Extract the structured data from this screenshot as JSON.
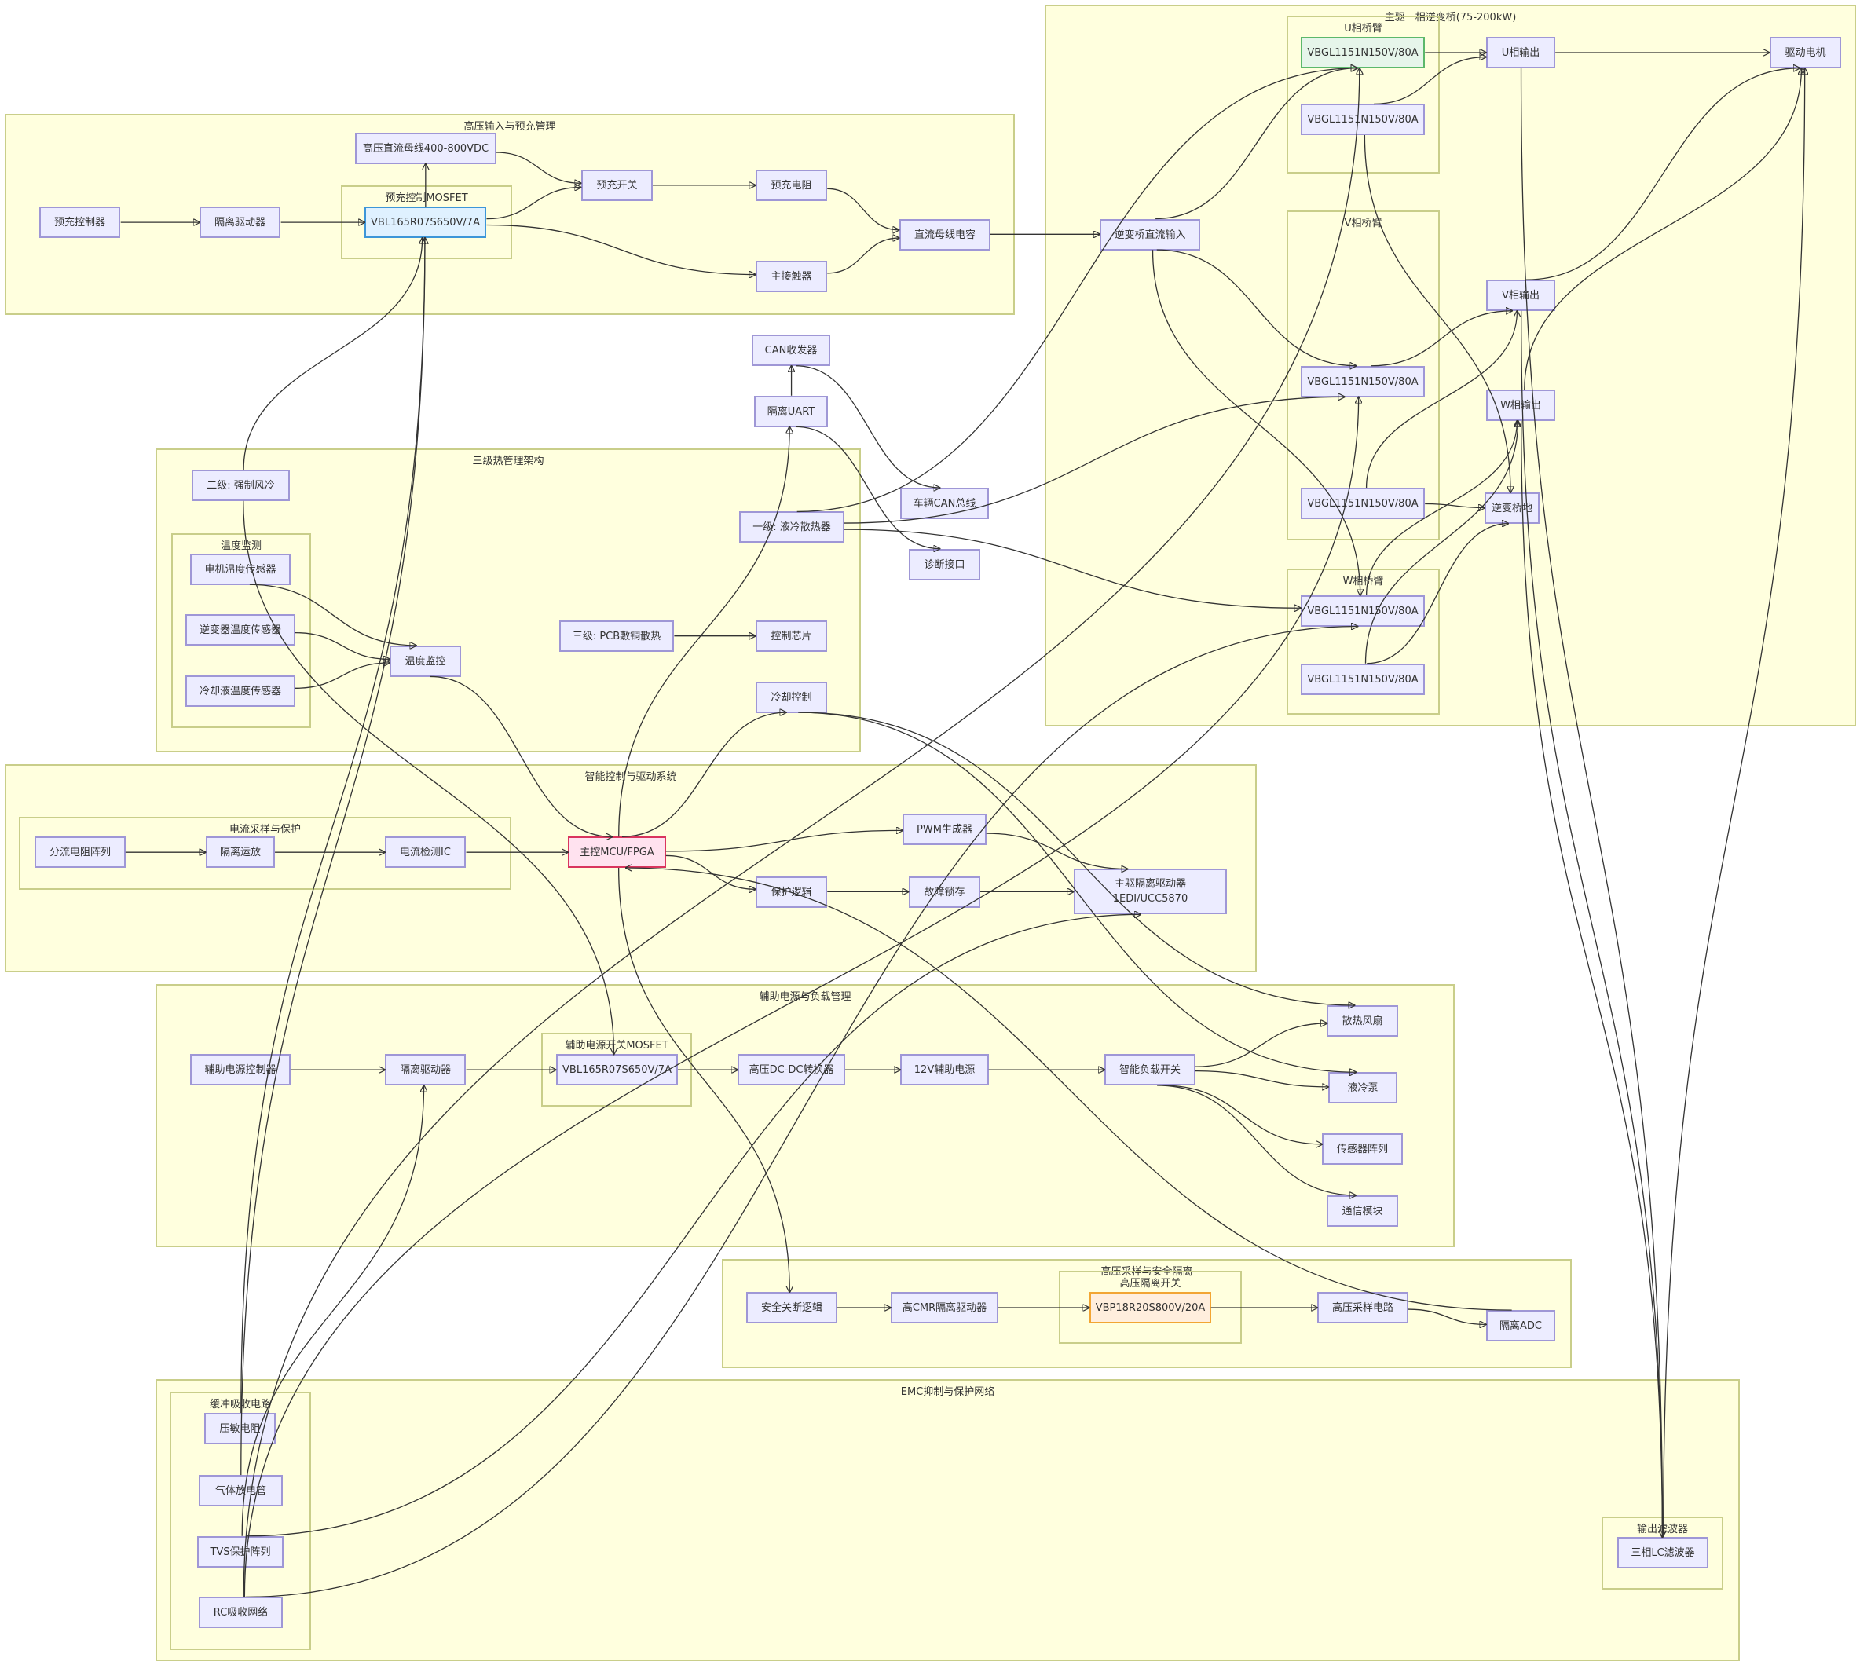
{
  "clusters": {
    "hv_input": {
      "title": "高压输入与预充管理"
    },
    "precharge_mosfet": {
      "title": "预充控制MOSFET"
    },
    "inverter": {
      "title": "主驱三相逆变桥(75-200kW)"
    },
    "u_arm": {
      "title": "U相桥臂"
    },
    "v_arm": {
      "title": "V相桥臂"
    },
    "w_arm": {
      "title": "W相桥臂"
    },
    "thermal": {
      "title": "三级热管理架构"
    },
    "temp_monitor": {
      "title": "温度监测"
    },
    "control": {
      "title": "智能控制与驱动系统"
    },
    "current_sense": {
      "title": "电流采样与保护"
    },
    "aux_power": {
      "title": "辅助电源与负载管理"
    },
    "aux_mosfet": {
      "title": "辅助电源开关MOSFET"
    },
    "hv_sample": {
      "title": "高压采样与安全隔离"
    },
    "hv_iso_switch": {
      "title": "高压隔离开关"
    },
    "emc": {
      "title": "EMC抑制与保护网络"
    },
    "snubber": {
      "title": "缓冲吸收电路"
    },
    "output_filter": {
      "title": "输出滤波器"
    }
  },
  "nodes": {
    "precharge_ctrl": {
      "label": "预充控制器"
    },
    "iso_driver1": {
      "label": "隔离驱动器"
    },
    "pre_mosfet": {
      "label": "VBL165R07S650V/7A",
      "style": "blue"
    },
    "hv_bus": {
      "label": "高压直流母线400-800VDC"
    },
    "pre_switch": {
      "label": "预充开关"
    },
    "pre_resistor": {
      "label": "预充电阻"
    },
    "main_contactor": {
      "label": "主接触器"
    },
    "dc_cap": {
      "label": "直流母线电容"
    },
    "inv_dc_in": {
      "label": "逆变桥直流输入"
    },
    "u_high": {
      "label": "VBGL1151N150V/80A",
      "style": "green"
    },
    "u_low": {
      "label": "VBGL1151N150V/80A"
    },
    "v_high": {
      "label": "VBGL1151N150V/80A"
    },
    "v_low": {
      "label": "VBGL1151N150V/80A"
    },
    "w_high": {
      "label": "VBGL1151N150V/80A"
    },
    "w_low": {
      "label": "VBGL1151N150V/80A"
    },
    "u_out": {
      "label": "U相输出"
    },
    "v_out": {
      "label": "V相输出"
    },
    "w_out": {
      "label": "W相输出"
    },
    "inv_gnd": {
      "label": "逆变桥地"
    },
    "motor": {
      "label": "驱动电机"
    },
    "can_tx": {
      "label": "CAN收发器"
    },
    "iso_uart": {
      "label": "隔离UART"
    },
    "vehicle_can": {
      "label": "车辆CAN总线"
    },
    "diag_port": {
      "label": "诊断接口"
    },
    "lvl2_air": {
      "label": "二级: 强制风冷"
    },
    "motor_temp": {
      "label": "电机温度传感器"
    },
    "inv_temp": {
      "label": "逆变器温度传感器"
    },
    "coolant_temp": {
      "label": "冷却液温度传感器"
    },
    "temp_mon": {
      "label": "温度监控"
    },
    "lvl1_liquid": {
      "label": "一级: 液冷散热器"
    },
    "lvl3_pcb": {
      "label": "三级: PCB敷铜散热"
    },
    "ctrl_chip": {
      "label": "控制芯片"
    },
    "cool_ctrl": {
      "label": "冷却控制"
    },
    "shunt": {
      "label": "分流电阻阵列"
    },
    "iso_amp": {
      "label": "隔离运放"
    },
    "cur_ic": {
      "label": "电流检测IC"
    },
    "mcu": {
      "label": "主控MCU/FPGA",
      "style": "pink"
    },
    "pwm": {
      "label": "PWM生成器"
    },
    "prot_logic": {
      "label": "保护逻辑"
    },
    "fault_latch": {
      "label": "故障锁存"
    },
    "main_driver": {
      "label": "主驱隔离驱动器\n1EDI/UCC5870"
    },
    "aux_ctrl": {
      "label": "辅助电源控制器"
    },
    "iso_driver2": {
      "label": "隔离驱动器"
    },
    "aux_mosfet": {
      "label": "VBL165R07S650V/7A"
    },
    "hv_dcdc": {
      "label": "高压DC-DC转换器"
    },
    "aux_12v": {
      "label": "12V辅助电源"
    },
    "smart_switch": {
      "label": "智能负载开关"
    },
    "fan": {
      "label": "散热风扇"
    },
    "pump": {
      "label": "液冷泵"
    },
    "sensor_array": {
      "label": "传感器阵列"
    },
    "comm_module": {
      "label": "通信模块"
    },
    "safety_off": {
      "label": "安全关断逻辑"
    },
    "cmr_driver": {
      "label": "高CMR隔离驱动器"
    },
    "hv_switch": {
      "label": "VBP18R20S800V/20A",
      "style": "orange"
    },
    "hv_sample_ckt": {
      "label": "高压采样电路"
    },
    "iso_adc": {
      "label": "隔离ADC"
    },
    "varistor": {
      "label": "压敏电阻"
    },
    "gdt": {
      "label": "气体放电管"
    },
    "tvs": {
      "label": "TVS保护阵列"
    },
    "rc_snubber": {
      "label": "RC吸收网络"
    },
    "lc_filter": {
      "label": "三相LC滤波器"
    }
  },
  "edges": [
    [
      "precharge_ctrl",
      "iso_driver1"
    ],
    [
      "iso_driver1",
      "pre_mosfet"
    ],
    [
      "pre_mosfet",
      "hv_bus"
    ],
    [
      "hv_bus",
      "pre_switch"
    ],
    [
      "pre_mosfet",
      "pre_switch"
    ],
    [
      "pre_switch",
      "pre_resistor"
    ],
    [
      "pre_resistor",
      "dc_cap"
    ],
    [
      "pre_mosfet",
      "main_contactor"
    ],
    [
      "main_contactor",
      "dc_cap"
    ],
    [
      "dc_cap",
      "inv_dc_in"
    ],
    [
      "inv_dc_in",
      "u_high"
    ],
    [
      "inv_dc_in",
      "v_high"
    ],
    [
      "inv_dc_in",
      "w_high"
    ],
    [
      "u_high",
      "u_out"
    ],
    [
      "u_low",
      "u_out"
    ],
    [
      "v_high",
      "v_out"
    ],
    [
      "v_low",
      "v_out"
    ],
    [
      "w_high",
      "w_out"
    ],
    [
      "w_low",
      "w_out"
    ],
    [
      "u_low",
      "inv_gnd"
    ],
    [
      "v_low",
      "inv_gnd"
    ],
    [
      "w_low",
      "inv_gnd"
    ],
    [
      "u_out",
      "motor"
    ],
    [
      "v_out",
      "motor"
    ],
    [
      "w_out",
      "motor"
    ],
    [
      "motor_temp",
      "temp_mon"
    ],
    [
      "inv_temp",
      "temp_mon"
    ],
    [
      "coolant_temp",
      "temp_mon"
    ],
    [
      "temp_mon",
      "mcu"
    ],
    [
      "lvl3_pcb",
      "ctrl_chip"
    ],
    [
      "shunt",
      "iso_amp"
    ],
    [
      "iso_amp",
      "cur_ic"
    ],
    [
      "cur_ic",
      "mcu"
    ],
    [
      "mcu",
      "pwm"
    ],
    [
      "pwm",
      "main_driver"
    ],
    [
      "mcu",
      "prot_logic"
    ],
    [
      "prot_logic",
      "fault_latch"
    ],
    [
      "fault_latch",
      "main_driver"
    ],
    [
      "mcu",
      "iso_uart"
    ],
    [
      "iso_uart",
      "can_tx"
    ],
    [
      "can_tx",
      "vehicle_can"
    ],
    [
      "iso_uart",
      "diag_port"
    ],
    [
      "mcu",
      "cool_ctrl"
    ],
    [
      "aux_ctrl",
      "iso_driver2"
    ],
    [
      "iso_driver2",
      "aux_mosfet"
    ],
    [
      "aux_mosfet",
      "hv_dcdc"
    ],
    [
      "hv_dcdc",
      "aux_12v"
    ],
    [
      "aux_12v",
      "smart_switch"
    ],
    [
      "smart_switch",
      "fan"
    ],
    [
      "smart_switch",
      "pump"
    ],
    [
      "smart_switch",
      "sensor_array"
    ],
    [
      "smart_switch",
      "comm_module"
    ],
    [
      "cool_ctrl",
      "fan"
    ],
    [
      "cool_ctrl",
      "pump"
    ],
    [
      "safety_off",
      "cmr_driver"
    ],
    [
      "cmr_driver",
      "hv_switch"
    ],
    [
      "hv_switch",
      "hv_sample_ckt"
    ],
    [
      "hv_sample_ckt",
      "iso_adc"
    ],
    [
      "iso_adc",
      "mcu"
    ],
    [
      "lvl2_air",
      "pre_mosfet"
    ],
    [
      "lvl1_liquid",
      "u_high"
    ],
    [
      "lvl1_liquid",
      "v_high"
    ],
    [
      "lvl1_liquid",
      "w_high"
    ],
    [
      "varistor",
      "pre_mosfet"
    ],
    [
      "gdt",
      "pre_mosfet"
    ],
    [
      "tvs",
      "iso_driver2"
    ],
    [
      "tvs",
      "main_driver"
    ],
    [
      "rc_snubber",
      "u_high"
    ],
    [
      "rc_snubber",
      "v_high"
    ],
    [
      "rc_snubber",
      "w_high"
    ],
    [
      "u_out",
      "lc_filter"
    ],
    [
      "v_out",
      "lc_filter"
    ],
    [
      "w_out",
      "lc_filter"
    ],
    [
      "lc_filter",
      "motor"
    ],
    [
      "mcu",
      "safety_off"
    ],
    [
      "lvl2_air",
      "aux_mosfet"
    ]
  ]
}
